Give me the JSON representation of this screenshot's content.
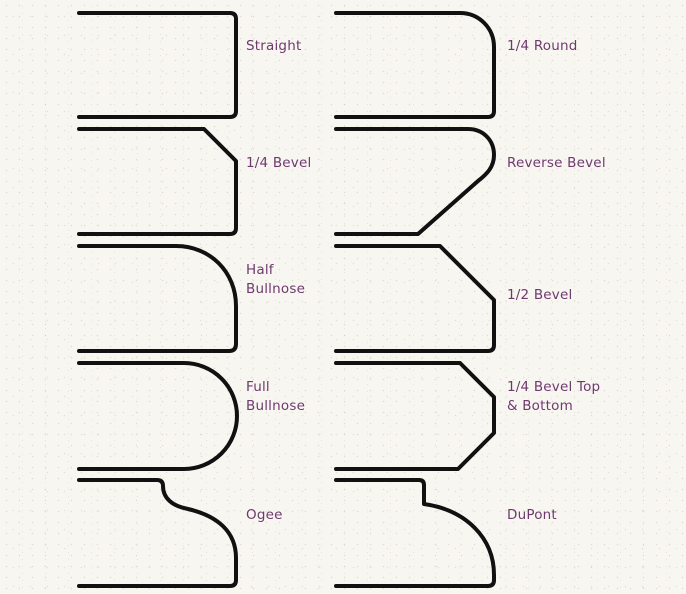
{
  "colors": {
    "background": "#f8f6f1",
    "outline": "#111111",
    "label_text": "#6e3a6e"
  },
  "profiles": {
    "straight": {
      "label": "Straight"
    },
    "quarter_round": {
      "label": "1/4 Round"
    },
    "quarter_bevel": {
      "label": "1/4 Bevel"
    },
    "reverse_bevel": {
      "label": "Reverse Bevel"
    },
    "half_bullnose": {
      "label_line1": "Half",
      "label_line2": "Bullnose"
    },
    "half_bevel": {
      "label": "1/2 Bevel"
    },
    "full_bullnose": {
      "label_line1": "Full",
      "label_line2": "Bullnose"
    },
    "quarter_bevel_top_bottom": {
      "label_line1": "1/4 Bevel Top",
      "label_line2": "& Bottom"
    },
    "ogee": {
      "label": "Ogee"
    },
    "dupont": {
      "label": "DuPont"
    }
  }
}
